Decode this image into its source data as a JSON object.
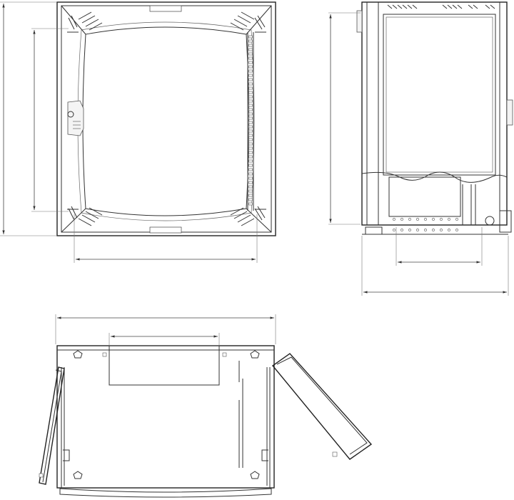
{
  "drawing": {
    "views": [
      "front-view",
      "side-view",
      "top-view"
    ],
    "line_color": "#333333",
    "background": "#ffffff"
  }
}
